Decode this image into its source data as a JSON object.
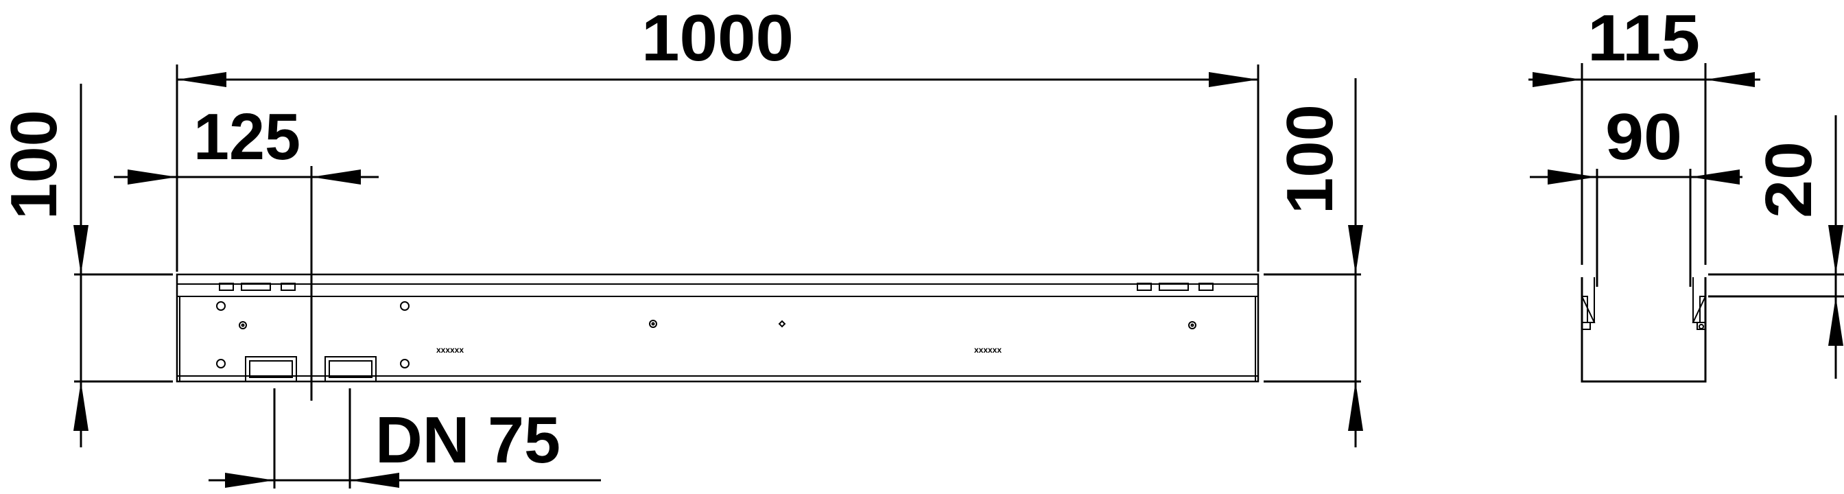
{
  "dimensions": {
    "length_total": "1000",
    "inlet_offset": "125",
    "height_left": "100",
    "height_right": "100",
    "outlet": "DN 75",
    "width_outer": "115",
    "width_inner": "90",
    "step_height": "20"
  },
  "part_marks": {
    "mark_1": "xxxxxx",
    "mark_2": "xxxxxx"
  },
  "colors": {
    "line": "#000000",
    "background": "#ffffff"
  }
}
